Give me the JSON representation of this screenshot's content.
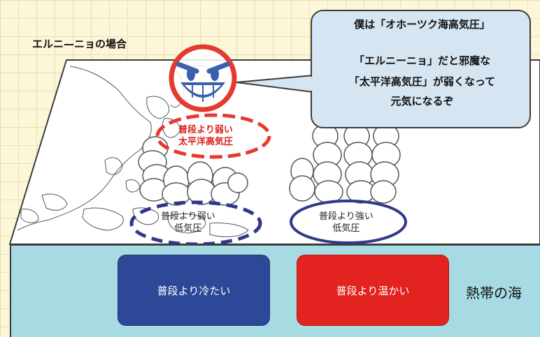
{
  "title": "エルニ—ニョの場合",
  "speech_bubble": {
    "line1": "僕は「オホーツク海高気圧」",
    "line2": "「エルニーニョ」だと邪魔な",
    "line3": "「太平洋高気圧」が弱くなって",
    "line4": "元気になるぞ"
  },
  "pacific_high_label": {
    "line1": "普段より弱い",
    "line2": "太平洋高気圧"
  },
  "low_west_label": {
    "line1": "普段より弱い",
    "line2": "低気圧"
  },
  "low_east_label": {
    "line1": "普段より強い",
    "line2": "低気圧"
  },
  "sea": {
    "cold_label": "普段より冷たい",
    "warm_label": "普段より温かい",
    "label": "熱帯の海"
  },
  "colors": {
    "cold": "#2c4896",
    "warm": "#e2231f",
    "high_ring": "#e43a2f",
    "low_ring": "#31388c",
    "sea": "#a7dbe4"
  }
}
